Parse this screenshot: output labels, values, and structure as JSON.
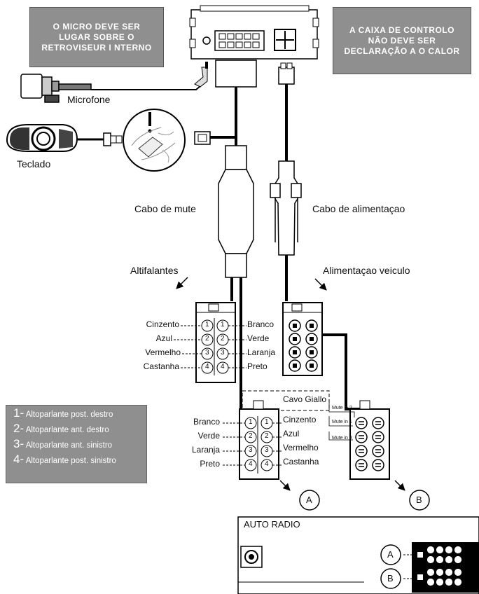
{
  "notes": {
    "mirror": "O MICRO DEVE SER LUGAR SOBRE O RETROVISEUR I NTERNO",
    "control_box": "A CAIXA DE CONTROLO NÃO DEVE SER DECLARAÇÃO A O CALOR"
  },
  "labels": {
    "microphone": "Microfone",
    "keypad": "Teclado",
    "mute_cable": "Cabo de mute",
    "power_cable": "Cabo de alimentaçao",
    "speakers": "Altifalantes",
    "vehicle_power": "Alimentaçao veiculo",
    "yellow_cable": "Cavo Giallo",
    "auto_radio": "AUTO RADIO",
    "marker_a": "A",
    "marker_b": "B",
    "mute_in_2": "Mute in 2",
    "mute_in_1": "Mute in 1",
    "mute_in_3": "Mute in 3"
  },
  "speaker_connector": {
    "left": [
      "Cinzento",
      "Azul",
      "Vermelho",
      "Castanha"
    ],
    "right": [
      "Branco",
      "Verde",
      "Laranja",
      "Preto"
    ],
    "numbers": [
      "1",
      "2",
      "3",
      "4"
    ]
  },
  "radio_connector": {
    "left": [
      "Branco",
      "Verde",
      "Laranja",
      "Preto"
    ],
    "right": [
      "Cinzento",
      "Azul",
      "Vermelho",
      "Castanha"
    ],
    "numbers": [
      "1",
      "2",
      "3",
      "4"
    ]
  },
  "legend": [
    {
      "num": "1-",
      "text": "Altoparlante post. destro"
    },
    {
      "num": "2-",
      "text": "Altoparlante ant. destro"
    },
    {
      "num": "3-",
      "text": "Altoparlante ant. sinistro"
    },
    {
      "num": "4-",
      "text": "Altoparlante post. sinistro"
    }
  ]
}
